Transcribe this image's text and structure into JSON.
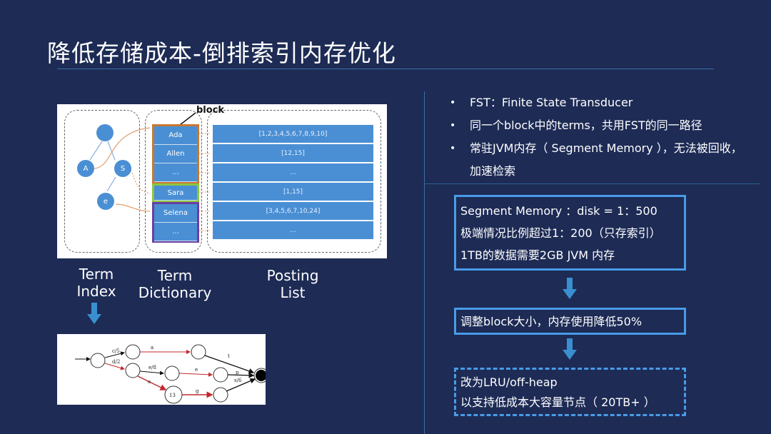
{
  "slide": {
    "title": "降低存储成本-倒排索引内存优化",
    "colors": {
      "background": "#1d2b55",
      "accent_line": "#3b6ea5",
      "box_border": "#4a9be8",
      "node_fill": "#4a8fd4",
      "block_orange": "#c9782f",
      "block_green": "#8dc63f",
      "block_purple": "#6a3fa0"
    }
  },
  "diagram": {
    "block_label": "block",
    "term_index": {
      "nodes": [
        "",
        "A",
        "S",
        "e"
      ]
    },
    "term_dictionary": {
      "terms": [
        "Ada",
        "Allen",
        "...",
        "Sara",
        "Selena",
        "..."
      ]
    },
    "posting_list": {
      "rows": [
        "[1,2,3,4,5,6,7,8,9,10]",
        "[12,15]",
        "...",
        "[1,15]",
        "[3,4,5,6,7,10,24]",
        "..."
      ]
    },
    "column_labels": {
      "term_index": [
        "Term",
        "Index"
      ],
      "term_dictionary": [
        "Term",
        "Dictionary"
      ],
      "posting_list": [
        "Posting",
        "List"
      ]
    }
  },
  "fst": {
    "edge_labels": [
      "c/5",
      "d/2",
      "a",
      "e/8",
      "o",
      "e",
      "t",
      "p",
      "s/6",
      "g"
    ],
    "state_label": "13"
  },
  "right": {
    "bullets": [
      "FST：Finite State Transducer",
      "同一个block中的terms，共用FST的同一路径",
      "常驻JVM内存（ Segment Memory ），无法被回收，",
      "加速检索"
    ],
    "box1": [
      "Segment Memory ：disk = 1：500",
      "极端情况比例超过1：200（只存索引）",
      "1TB的数据需要2GB JVM 内存"
    ],
    "box2": [
      "调整block大小，内存使用降低50%"
    ],
    "box3": [
      "改为LRU/off-heap",
      "以支持低成本大容量节点（ 20TB+ ）"
    ]
  }
}
